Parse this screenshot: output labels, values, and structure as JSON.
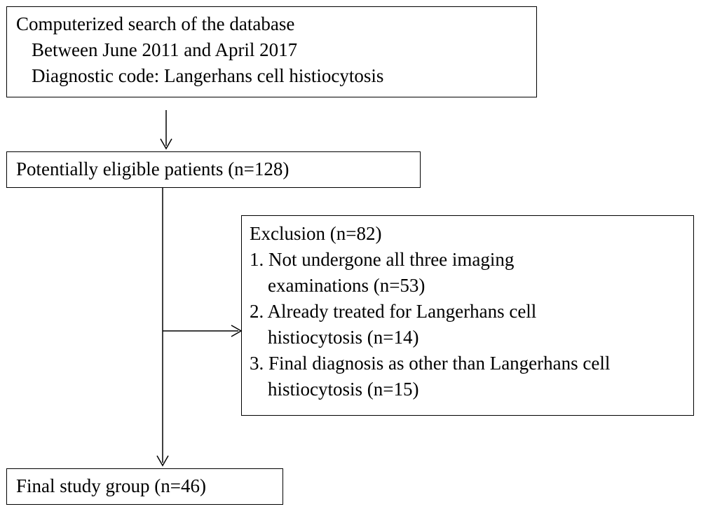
{
  "search_box": {
    "lines": [
      "Computerized search of the database",
      "Between June 2011 and April 2017",
      "Diagnostic code: Langerhans cell histiocytosis"
    ]
  },
  "eligible_box": {
    "text": "Potentially eligible patients (n=128)"
  },
  "exclusion_box": {
    "lines": [
      "Exclusion (n=82)",
      "1. Not undergone all three imaging",
      "examinations (n=53)",
      "2. Already treated for Langerhans cell",
      "histiocytosis (n=14)",
      "3. Final diagnosis as other than Langerhans cell",
      "histiocytosis (n=15)"
    ]
  },
  "final_box": {
    "text": "Final study group (n=46)"
  }
}
